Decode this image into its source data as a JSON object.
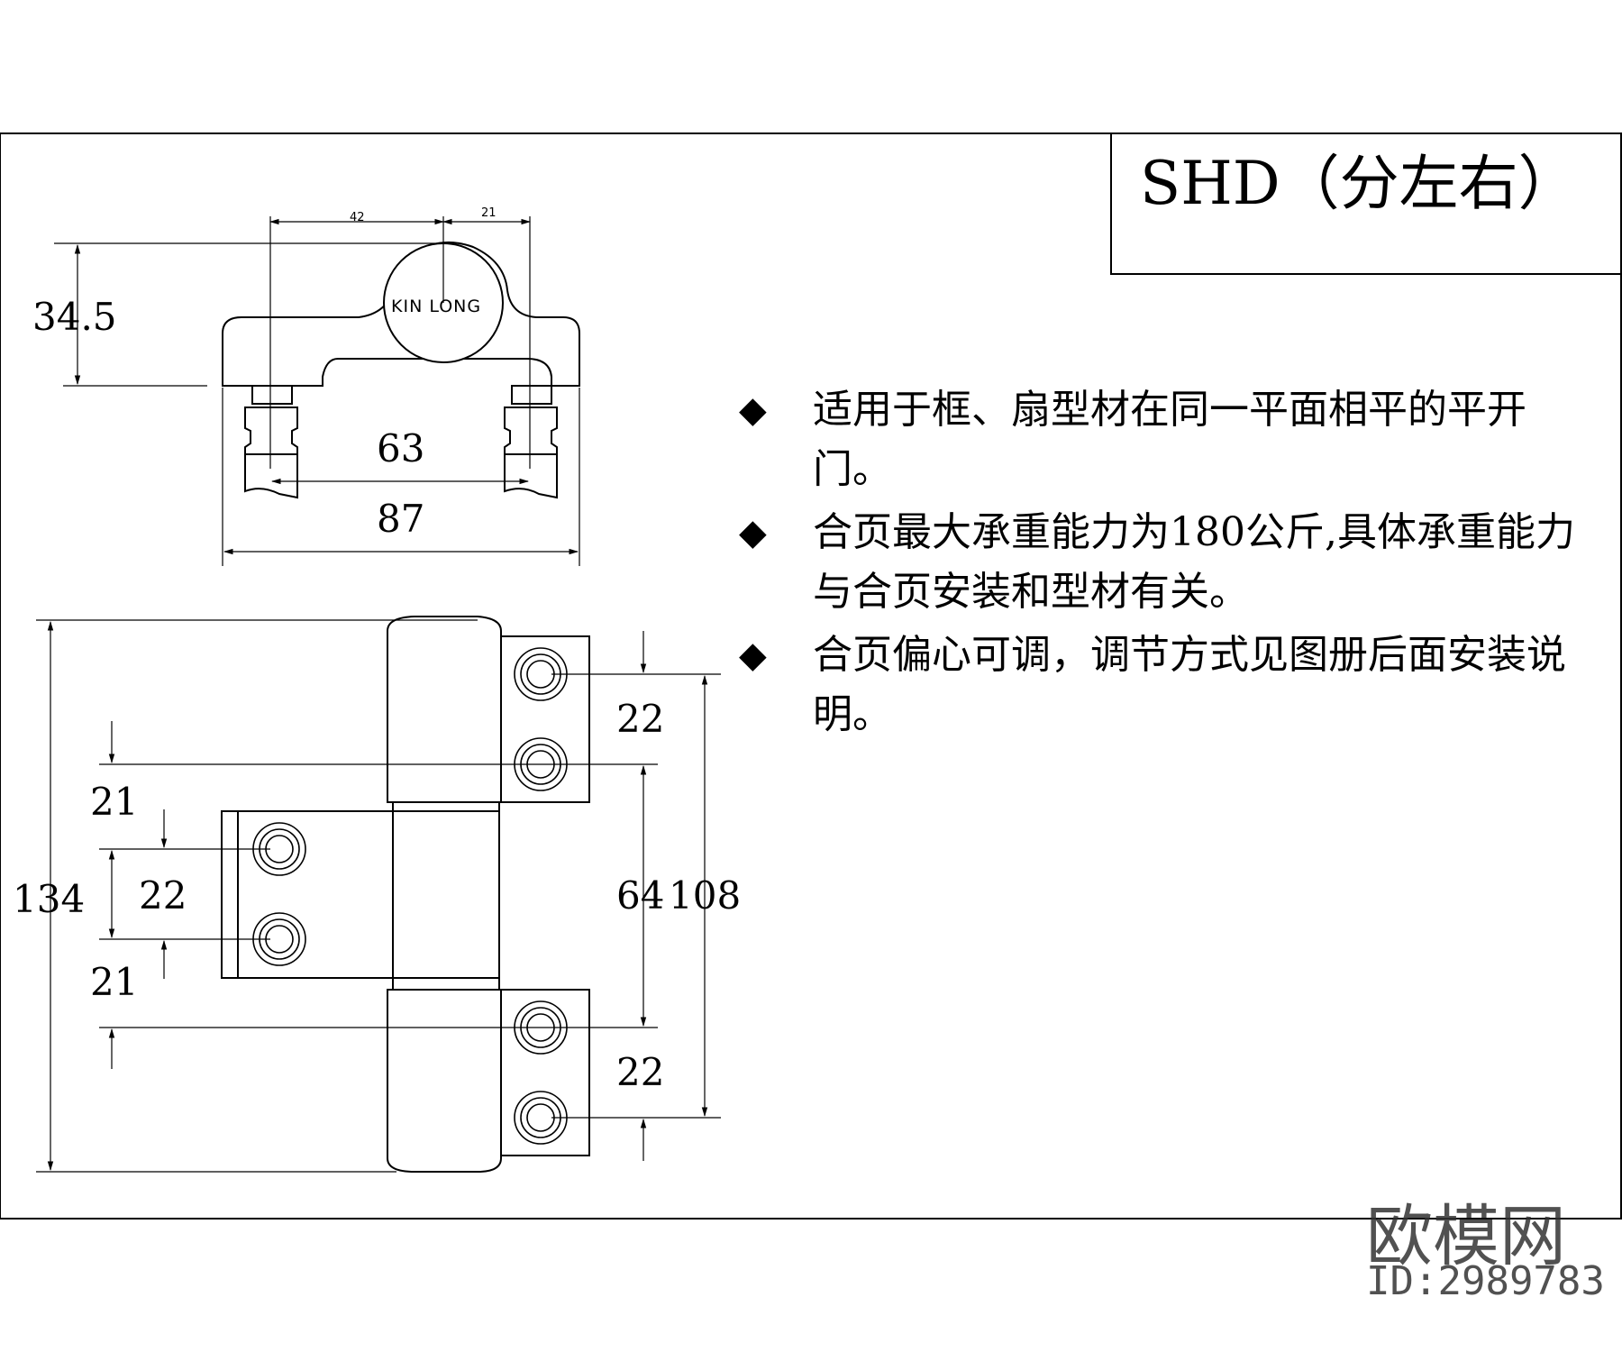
{
  "title": "SHD（分左右）",
  "notes": [
    "适用于框、扇型材在同一平面相平的平开门。",
    "合页最大承重能力为180公斤,具体承重能力与合页安装和型材有关。",
    "合页偏心可调，调节方式见图册后面安装说明。"
  ],
  "bullet_symbol": "◆",
  "top_view": {
    "logo_text": "KIN LONG",
    "dim_height": "34.5",
    "dim_top_left": "42",
    "dim_top_right": "21",
    "dim_inner_width": "63",
    "dim_outer_width": "87"
  },
  "front_view": {
    "dim_total": "134",
    "dim_middle": "22",
    "dim_upper_gap": "21",
    "dim_lower_gap": "21",
    "dim_right_top": "22",
    "dim_right_mid": "64",
    "dim_right_outer": "108",
    "dim_right_bottom": "22"
  },
  "watermark": {
    "brand": "欧模网",
    "id": "ID:2989783"
  }
}
